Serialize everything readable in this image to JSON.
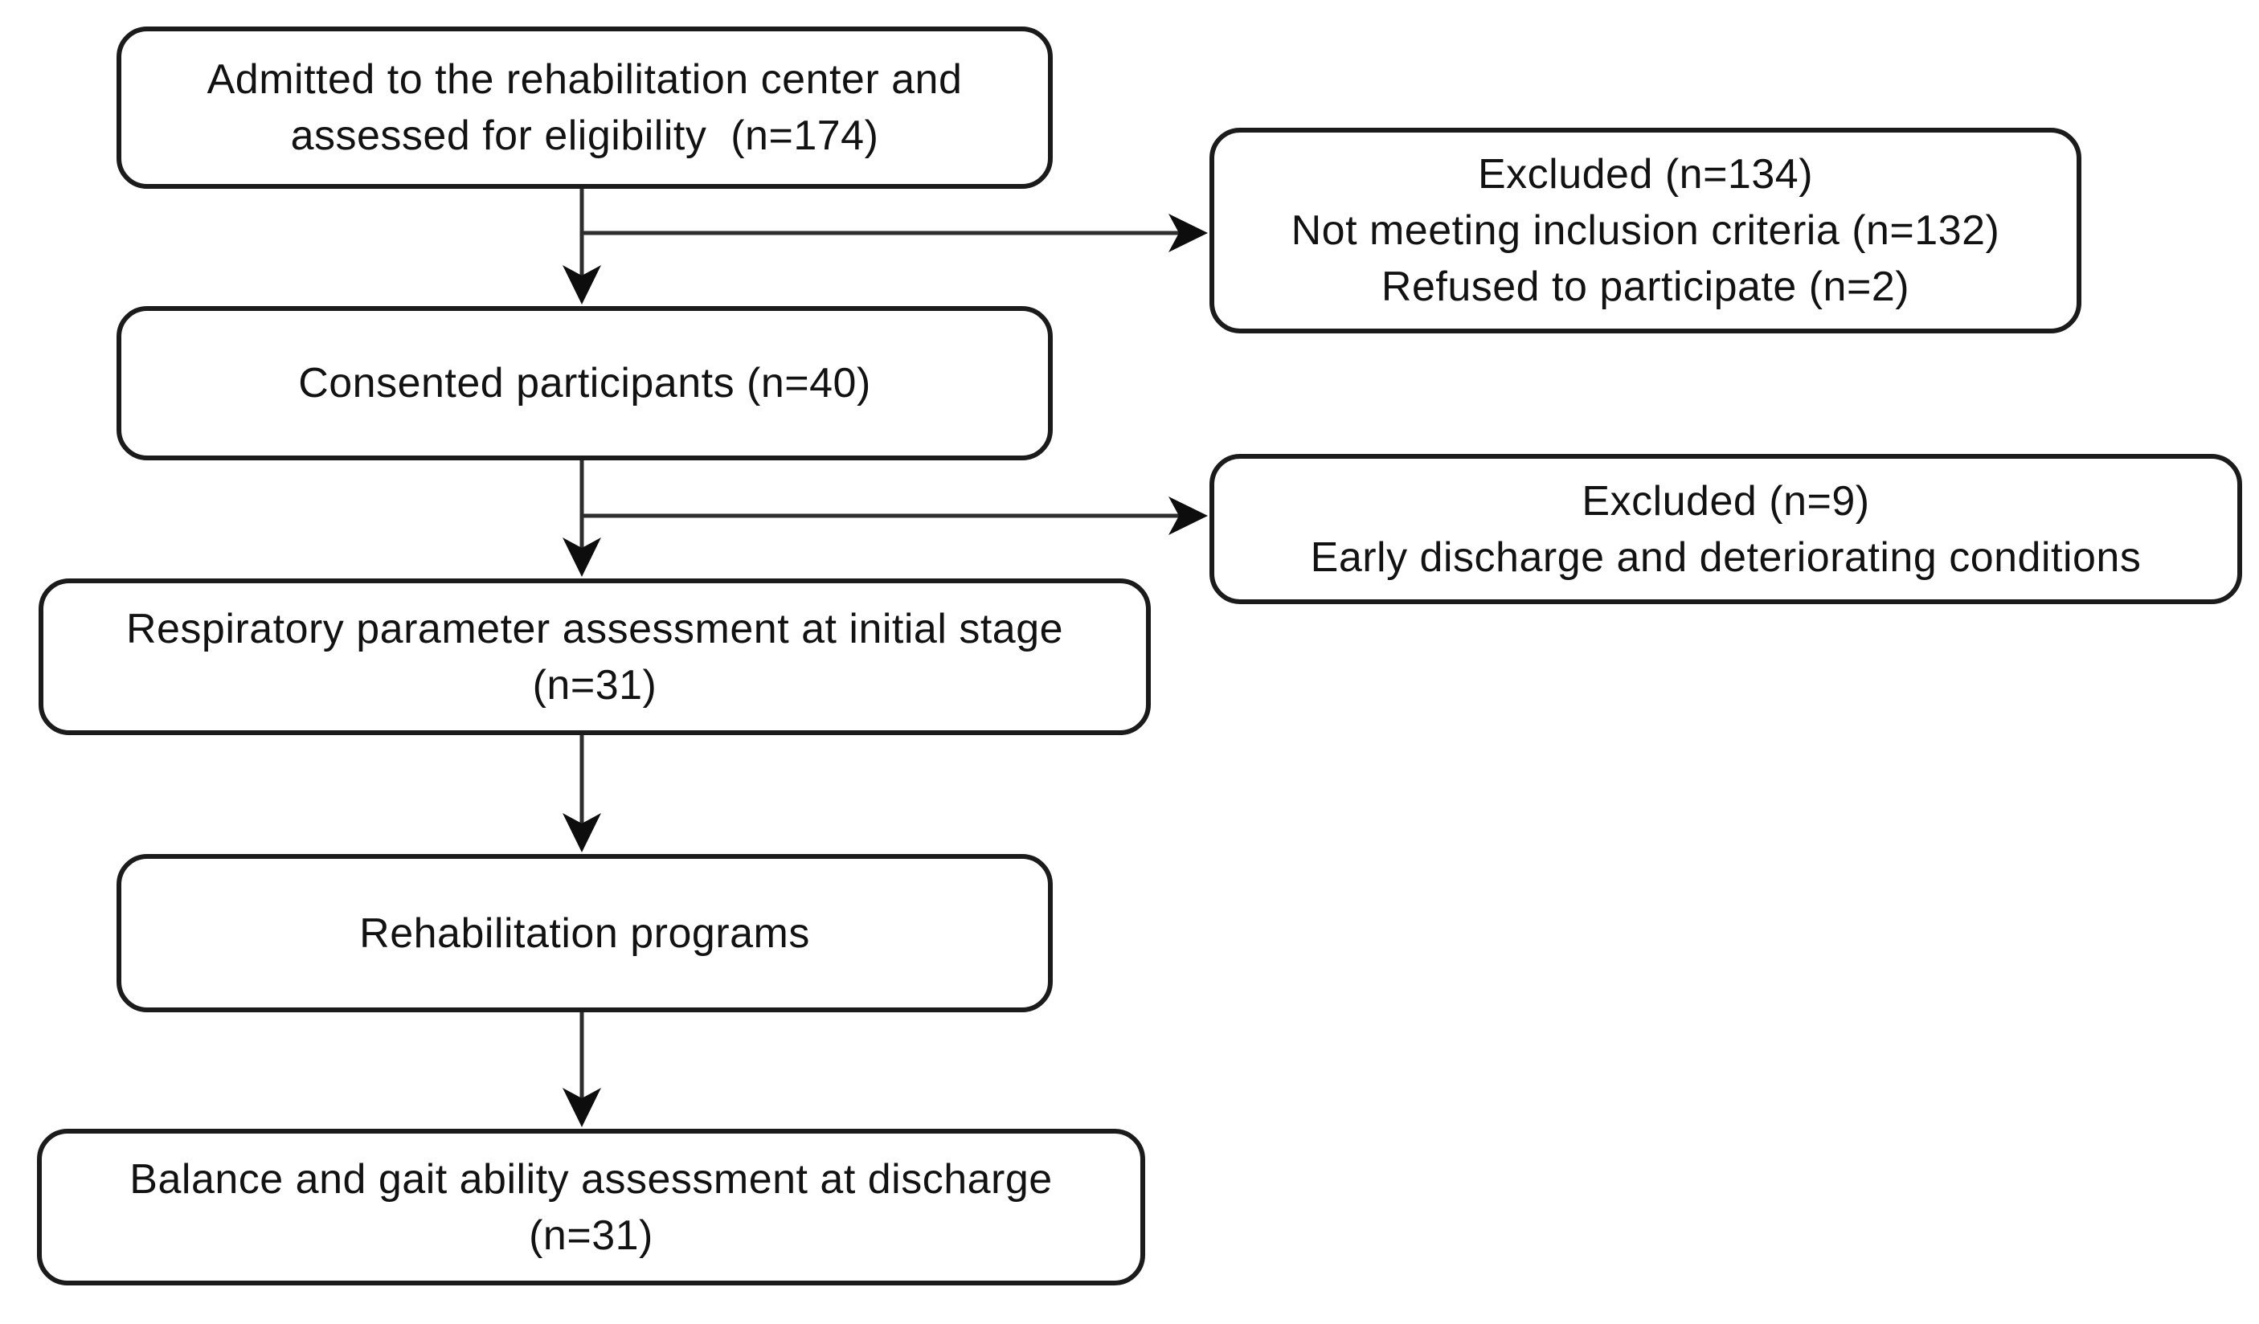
{
  "flowchart": {
    "boxes": {
      "admitted": {
        "lines": [
          "Admitted to the rehabilitation center and",
          "assessed for eligibility  (n=174)"
        ]
      },
      "excluded_eligibility": {
        "lines": [
          "Excluded (n=134)",
          "Not meeting inclusion criteria (n=132)",
          "Refused to participate (n=2)"
        ]
      },
      "consented": {
        "lines": [
          "Consented participants (n=40)"
        ]
      },
      "excluded_discharge": {
        "lines": [
          "Excluded (n=9)",
          "Early discharge and deteriorating conditions"
        ]
      },
      "respiratory": {
        "lines": [
          "Respiratory parameter assessment at initial stage",
          "(n=31)"
        ]
      },
      "rehabilitation": {
        "lines": [
          "Rehabilitation programs"
        ]
      },
      "balance": {
        "lines": [
          "Balance and gait ability assessment at discharge",
          "(n=31)"
        ]
      }
    },
    "colors": {
      "background": "#ffffff",
      "box_fill": "#ffffff",
      "box_border": "#1b1b1b",
      "text": "#121212",
      "connector": "#2e2e2e",
      "arrowhead": "#0d0d0d"
    }
  }
}
